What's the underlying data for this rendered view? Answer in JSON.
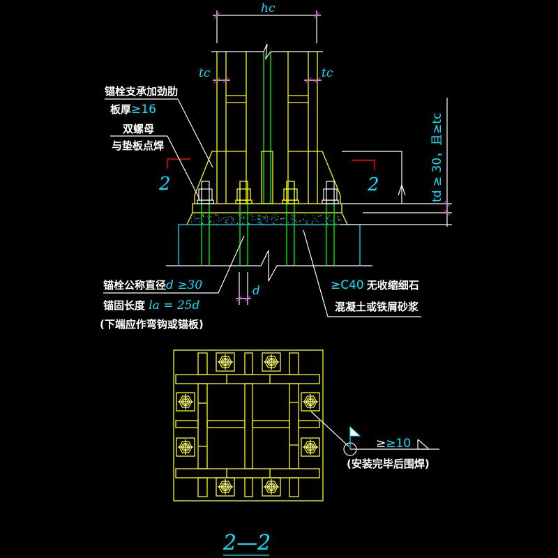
{
  "colors": {
    "background": "#000000",
    "steel": "#ffff00",
    "bolt": "#00ff00",
    "dimension_text": "#00e5ff",
    "annotation": "#ffffff",
    "section_mark": "#ff0000"
  },
  "elevation": {
    "dim_hc": "hc",
    "dim_tc_left": "tc",
    "dim_tc_right": "tc",
    "stiffener_note_line1": "锚栓支承加劲肋",
    "stiffener_note_line2_prefix": "板厚",
    "stiffener_note_line2_value": "≥16",
    "nut_note_line1": "双螺母",
    "nut_note_line2": "与垫板点焊",
    "section_mark_left": "2",
    "section_mark_right": "2",
    "td_note": "td ≥ 30，且≥tc",
    "bolt_dia_prefix": "锚栓公称直径",
    "bolt_dia_value": "d ≥30",
    "anchor_len_prefix": "锚固长度 ",
    "anchor_len_value": "la = 25d",
    "anchor_end_note": "(下端应作弯钩或锚板)",
    "dim_d": "d",
    "grout_note_value": "≥C40",
    "grout_note_line1": "无收缩细石",
    "grout_note_line2": "混凝土或铁屑砂浆"
  },
  "plan": {
    "weld_size": "≥10",
    "weld_note": "(安装完毕后围焊)",
    "section_title": "2—2"
  }
}
